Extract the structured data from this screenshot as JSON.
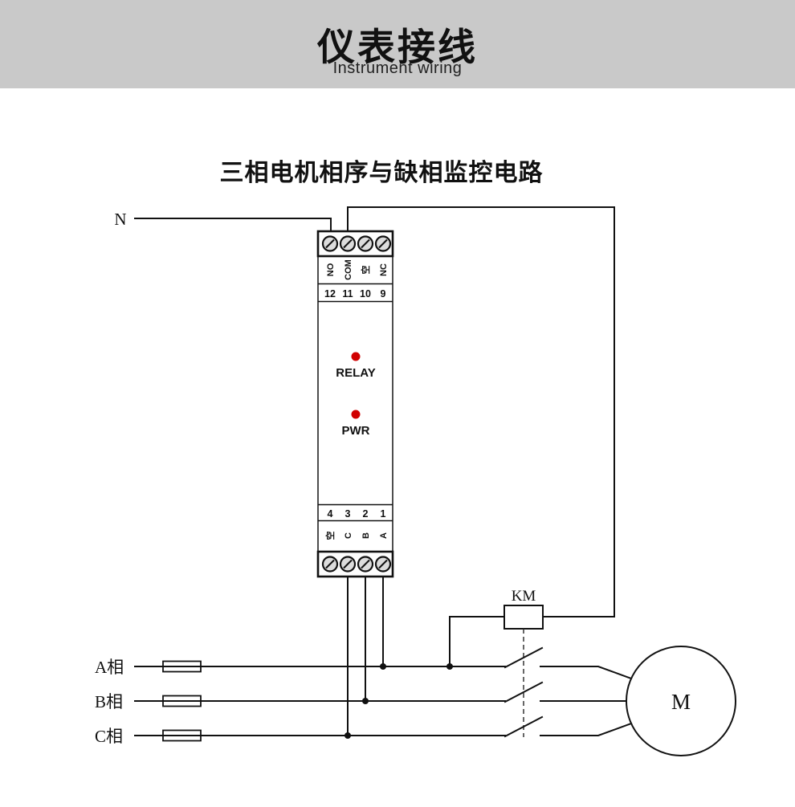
{
  "header": {
    "title": "仪表接线",
    "subtitle": "Instrument wiring"
  },
  "diagram": {
    "title": "三相电机相序与缺相监控电路",
    "neutral_label": "N",
    "contactor_label": "KM",
    "motor_label": "M",
    "phase_labels": [
      "A相",
      "B相",
      "C相"
    ],
    "device": {
      "top_terminal_numbers": [
        "12",
        "11",
        "10",
        "9"
      ],
      "top_terminal_labels": [
        "NO",
        "COM",
        "空",
        "NC"
      ],
      "relay_led_label": "RELAY",
      "power_led_label": "PWR",
      "bottom_terminal_numbers": [
        "4",
        "3",
        "2",
        "1"
      ],
      "bottom_terminal_labels": [
        "空",
        "C",
        "B",
        "A"
      ]
    }
  },
  "colors": {
    "header_bg": "#c9c9c9",
    "led_red": "#d00000",
    "line": "#111111"
  }
}
